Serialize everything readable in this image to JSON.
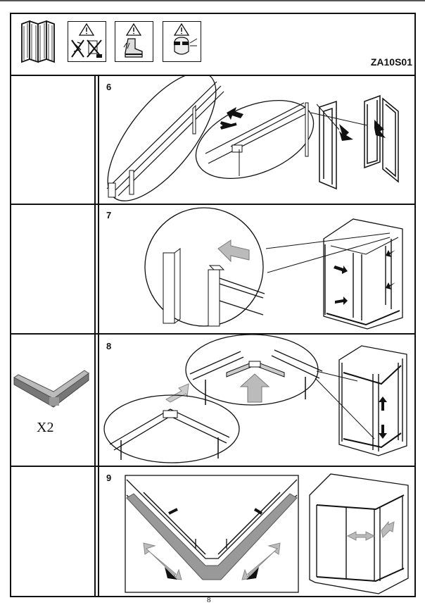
{
  "header": {
    "model_code": "ZA10S01",
    "icons": [
      "shower-door-icon",
      "no-sharp-tools-warning-icon",
      "safety-boots-warning-icon",
      "safety-glasses-warning-icon"
    ]
  },
  "steps": [
    {
      "number": "6",
      "parts_label": ""
    },
    {
      "number": "7",
      "parts_label": ""
    },
    {
      "number": "8",
      "parts_label": "X2"
    },
    {
      "number": "9",
      "parts_label": ""
    }
  ],
  "footer": {
    "page_number": "8"
  }
}
